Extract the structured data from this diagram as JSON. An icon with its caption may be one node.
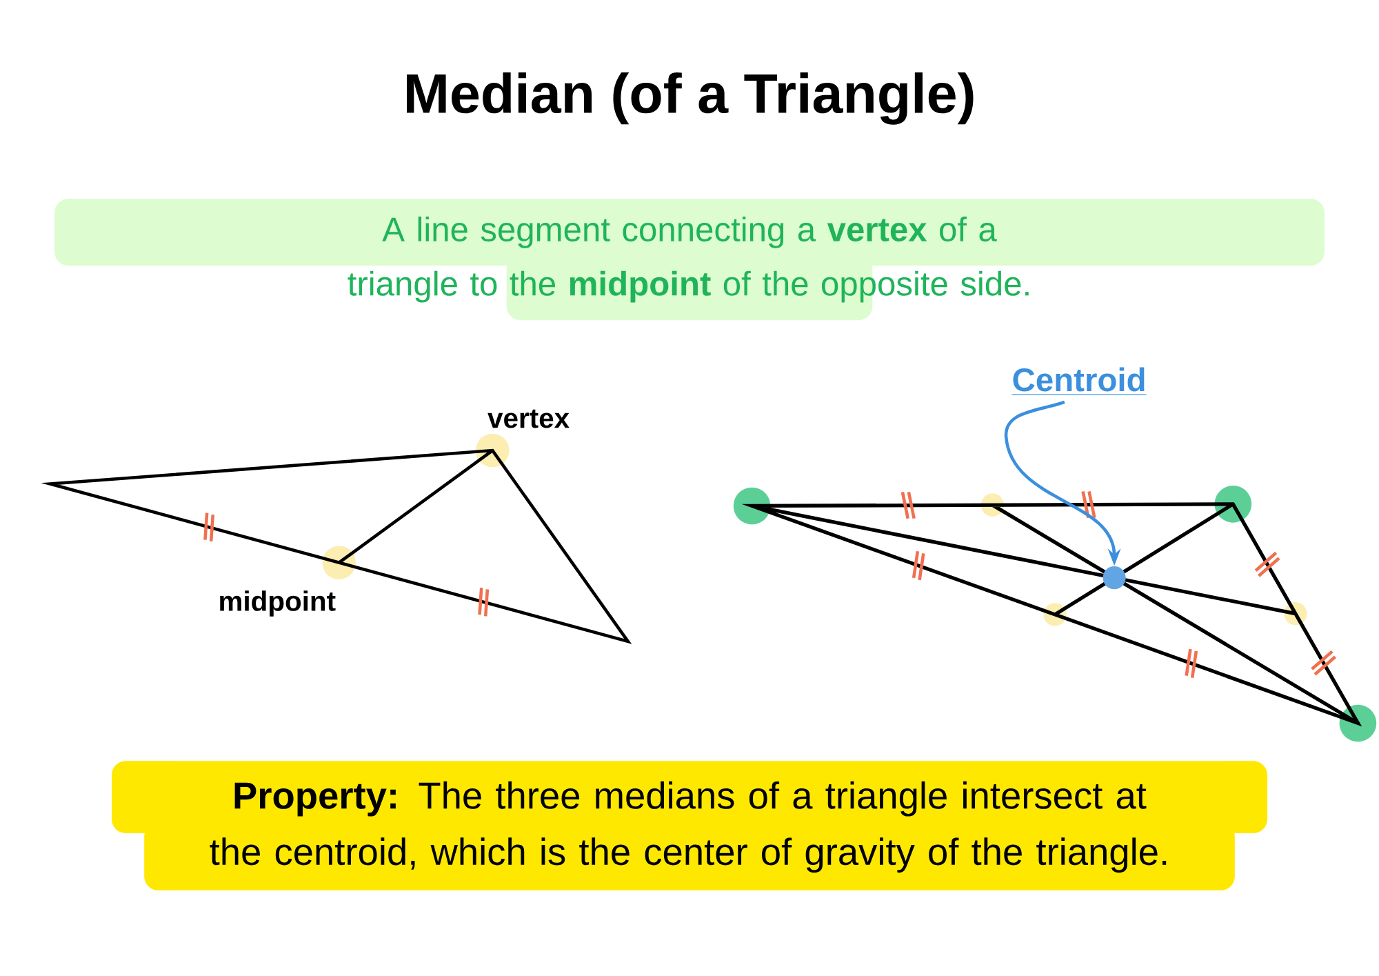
{
  "diagram": {
    "title": "Median (of a Triangle)",
    "nodes": [
      {
        "text": [
          "A line segment connecting a **vertex** of a triangle to the **midpoint** of the opposite side."
        ]
      },
      {
        "text": [
          "Centroid"
        ]
      },
      {
        "text": [],
        "shape": "circle"
      },
      {
        "text": [
          "**Property:** The three medians of a triangle intersect at the centroid, which is the center of gravity of the triangle."
        ]
      }
    ],
    "edges": [
      {
        "from": 1,
        "to": 2,
        "arrow": "to"
      }
    ],
    "labels": [
      "vertex",
      "midpoint"
    ]
  }
}
